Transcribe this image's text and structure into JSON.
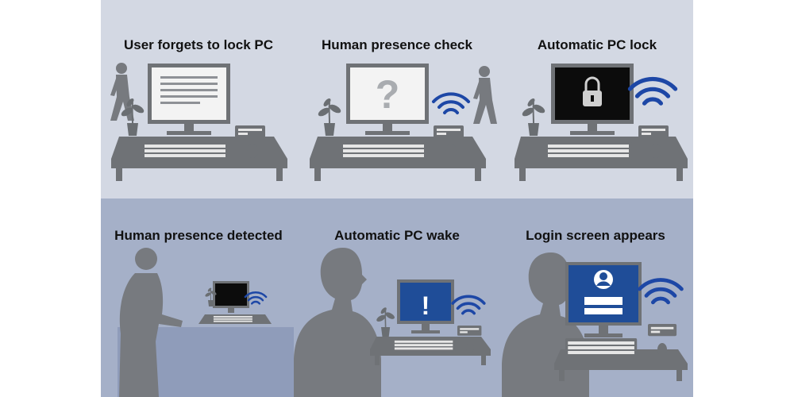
{
  "colors": {
    "top_band": "#d3d8e3",
    "bottom_band": "#a5b0c8",
    "counter": "#8f9cba",
    "silhouette": "#777a7f",
    "furniture": "#6f7276",
    "screen_white": "#f3f3f3",
    "screen_black": "#0c0c0c",
    "screen_blue": "#1f4d98",
    "wifi_blue": "#1d47a6",
    "plant": "#6a6e72"
  },
  "panels": [
    {
      "id": "forget",
      "caption": "User forgets to lock PC",
      "screen": "text-lines",
      "wifi": false,
      "person": "walking-away"
    },
    {
      "id": "check",
      "caption": "Human presence check",
      "screen": "question-mark",
      "wifi": true,
      "person": "walking-away"
    },
    {
      "id": "lock",
      "caption": "Automatic PC lock",
      "screen": "padlock",
      "wifi": true,
      "person": "none"
    },
    {
      "id": "detect",
      "caption": "Human presence detected",
      "screen": "dark",
      "wifi": true,
      "person": "approaching"
    },
    {
      "id": "wake",
      "caption": "Automatic PC wake",
      "screen": "exclamation",
      "wifi": true,
      "person": "standing-close"
    },
    {
      "id": "login",
      "caption": "Login screen appears",
      "screen": "login-form",
      "wifi": true,
      "person": "standing-close"
    }
  ],
  "glyphs": {
    "question": "?",
    "exclamation": "!"
  }
}
